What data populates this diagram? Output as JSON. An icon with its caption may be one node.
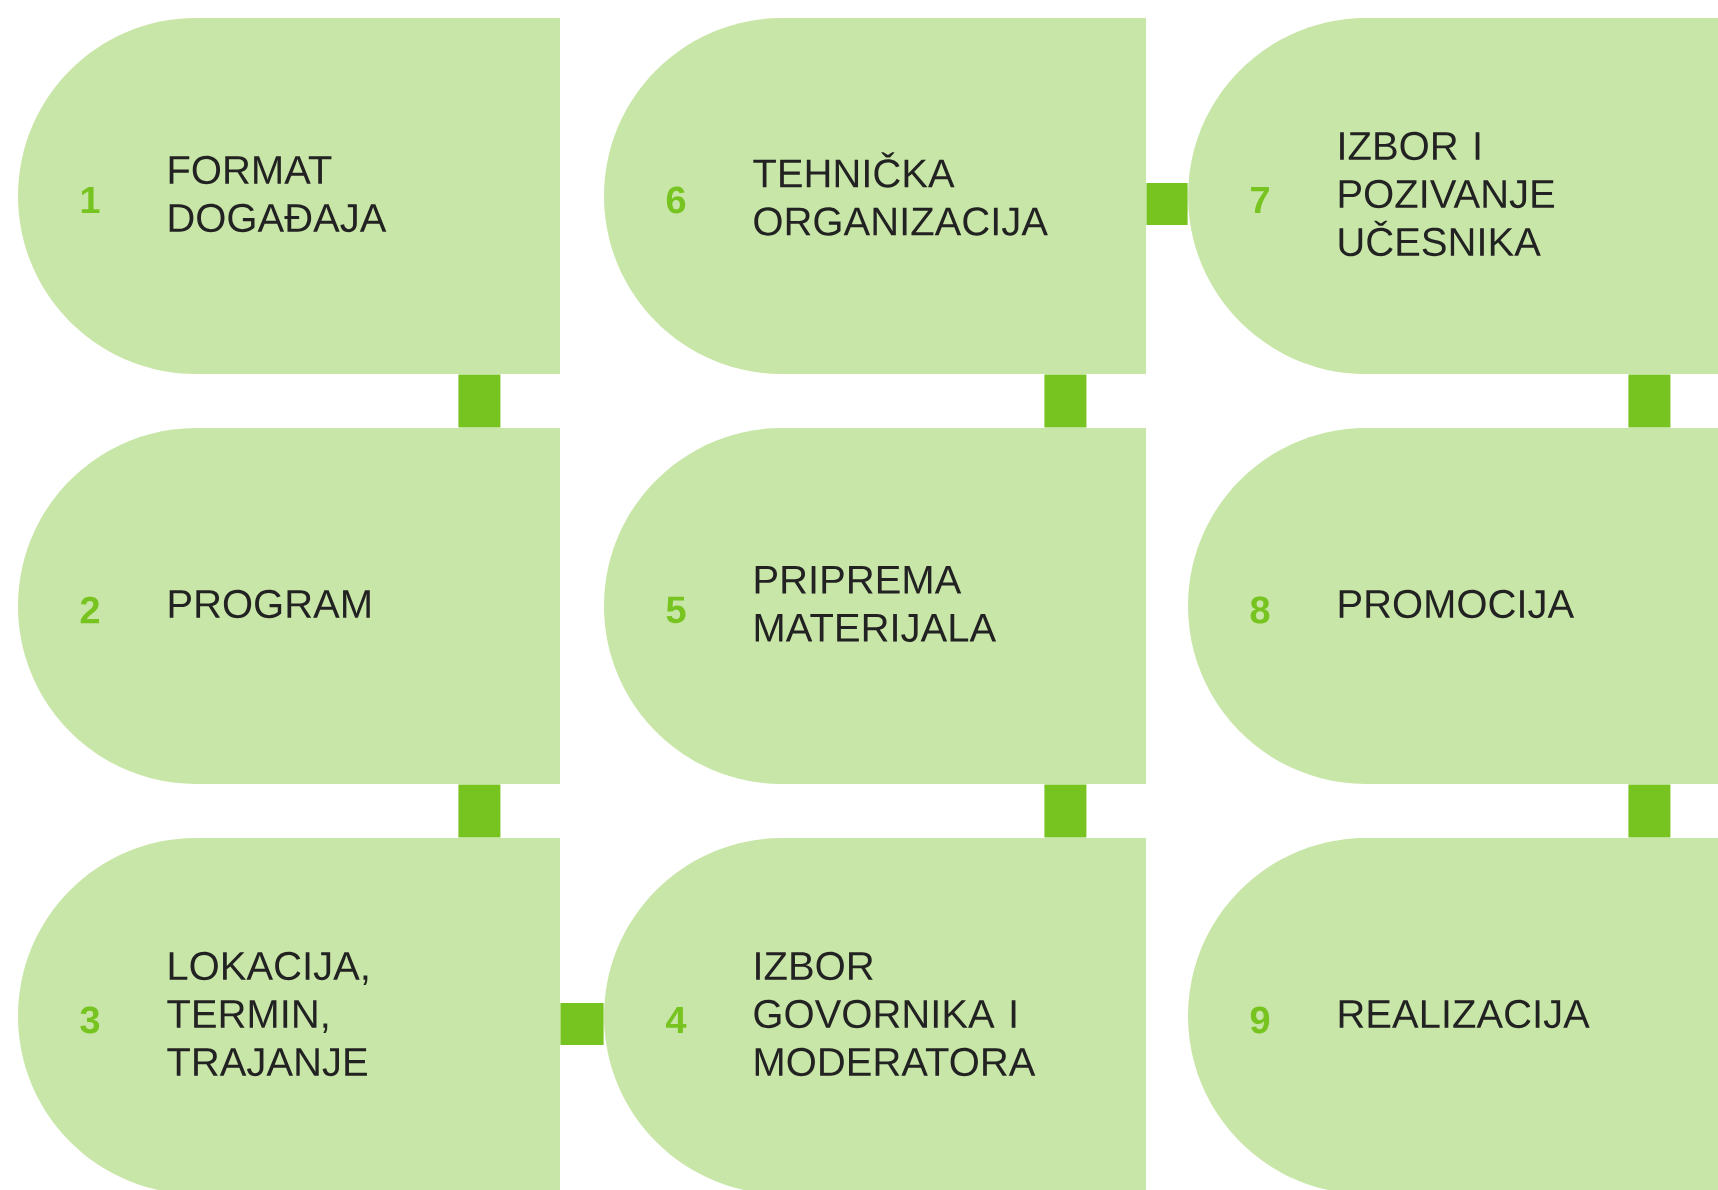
{
  "diagram": {
    "nodes": [
      {
        "text": [
          "1",
          "FORMAT DOGAĐAJA"
        ]
      },
      {
        "text": [
          "2",
          "PROGRAM"
        ]
      },
      {
        "text": [
          "3",
          "LOKACIJA, TERMIN, TRAJANJE"
        ]
      },
      {
        "text": [
          "4",
          "IZBOR GOVORNIKA I MODERATORA"
        ]
      },
      {
        "text": [
          "5",
          "PRIPREMA MATERIJALA"
        ]
      },
      {
        "text": [
          "6",
          "TEHNIČKA ORGANIZACIJA"
        ]
      },
      {
        "text": [
          "7",
          "IZBOR I POZIVANJE UČESNIKA"
        ]
      },
      {
        "text": [
          "8",
          "PROMOCIJA"
        ]
      },
      {
        "text": [
          "9",
          "REALIZACIJA"
        ]
      }
    ],
    "edges": [
      {
        "from": 0,
        "to": 1,
        "arrow": "none"
      },
      {
        "from": 1,
        "to": 2,
        "arrow": "none"
      },
      {
        "from": 2,
        "to": 3,
        "arrow": "none"
      },
      {
        "from": 3,
        "to": 4,
        "arrow": "none"
      },
      {
        "from": 4,
        "to": 5,
        "arrow": "none"
      },
      {
        "from": 5,
        "to": 6,
        "arrow": "none"
      },
      {
        "from": 6,
        "to": 7,
        "arrow": "none"
      },
      {
        "from": 7,
        "to": 8,
        "arrow": "none"
      }
    ]
  }
}
